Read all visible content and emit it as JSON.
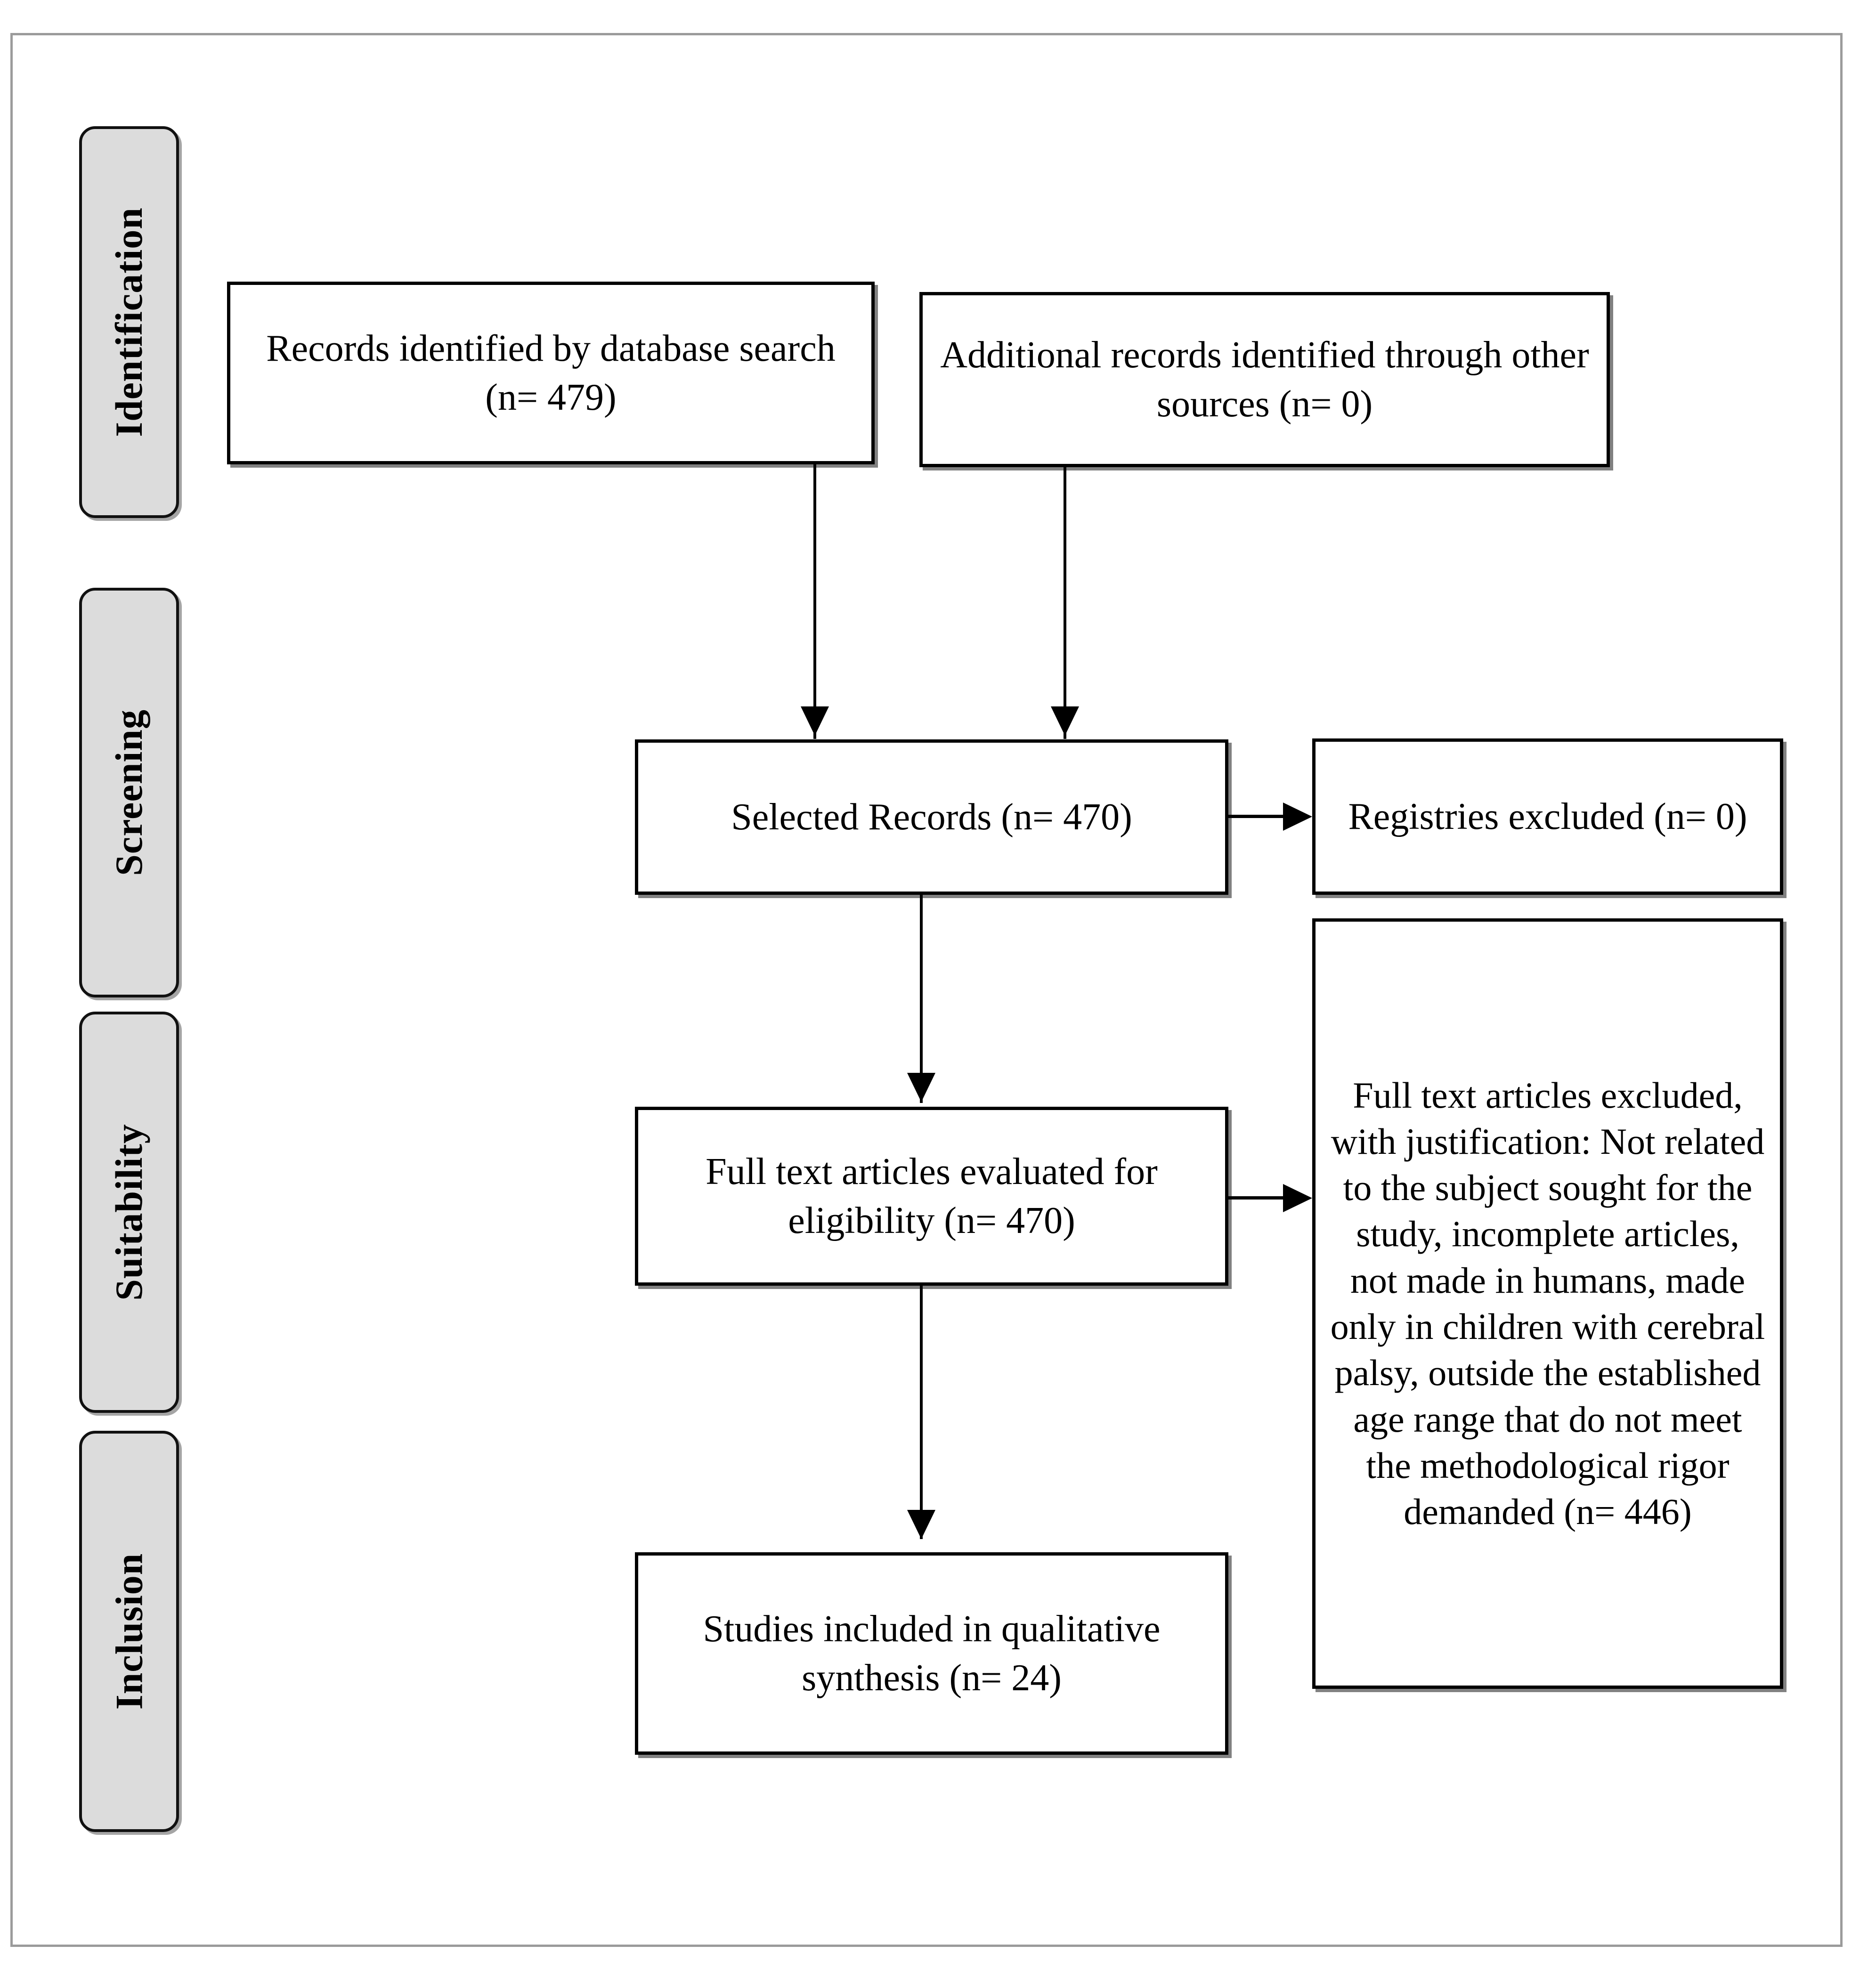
{
  "diagram": {
    "type": "prisma-flow-diagram",
    "stages": [
      {
        "id": "identification",
        "label": "Identification"
      },
      {
        "id": "screening",
        "label": "Screening"
      },
      {
        "id": "suitability",
        "label": "Suitability"
      },
      {
        "id": "inclusion",
        "label": "Inclusion"
      }
    ],
    "boxes": [
      {
        "id": "records-database",
        "stage": "identification",
        "text": "Records identified by database search (n= 479)",
        "count": 479
      },
      {
        "id": "records-other-sources",
        "stage": "identification",
        "text": "Additional records identified through other sources (n= 0)",
        "count": 0
      },
      {
        "id": "selected-records",
        "stage": "screening",
        "text": "Selected Records (n= 470)",
        "count": 470
      },
      {
        "id": "registries-excluded",
        "stage": "screening",
        "text": "Registries excluded (n= 0)",
        "count": 0
      },
      {
        "id": "full-text-evaluated",
        "stage": "suitability",
        "text": "Full text articles evaluated for eligibility (n= 470)",
        "count": 470
      },
      {
        "id": "full-text-excluded",
        "stage": "suitability",
        "text": "Full text articles excluded, with justification: Not related to the subject sought for the study, incomplete articles, not made in humans, made only in children with cerebral palsy, outside the established age range that do not meet the methodological rigor demanded (n= 446)",
        "count": 446
      },
      {
        "id": "studies-included",
        "stage": "inclusion",
        "text": "Studies included in qualitative synthesis (n= 24)",
        "count": 24
      }
    ],
    "connectors": [
      {
        "id": "database-to-selected",
        "from": "records-database",
        "to": "selected-records",
        "direction": "down"
      },
      {
        "id": "other-to-selected",
        "from": "records-other-sources",
        "to": "selected-records",
        "direction": "down"
      },
      {
        "id": "selected-to-registries",
        "from": "selected-records",
        "to": "registries-excluded",
        "direction": "right"
      },
      {
        "id": "selected-to-fulltext",
        "from": "selected-records",
        "to": "full-text-evaluated",
        "direction": "down"
      },
      {
        "id": "fulltext-to-excluded",
        "from": "full-text-evaluated",
        "to": "full-text-excluded",
        "direction": "right"
      },
      {
        "id": "fulltext-to-included",
        "from": "full-text-evaluated",
        "to": "studies-included",
        "direction": "down"
      }
    ],
    "colors": {
      "stage_bar_fill": "#dcdcdc",
      "stage_bar_border": "#111111",
      "box_border": "#000000",
      "box_fill": "#ffffff",
      "connector": "#000000",
      "page_frame": "#9b9b9b",
      "background": "#ffffff"
    }
  }
}
